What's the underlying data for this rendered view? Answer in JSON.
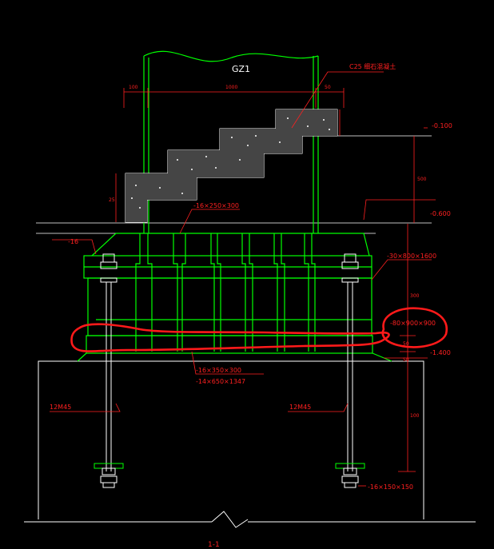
{
  "labels": {
    "column": "GZ1",
    "grout": "C25 细石混凝土",
    "elev_top": "-0.100",
    "elev_mid": "-0.600",
    "elev_bottom": "-1.400",
    "anchor_plate": "-30×800×1600",
    "bottom_plate": "-80×900×900",
    "stiffener_top": "-16×250×300",
    "stiffener_a": "-16×350×300",
    "stiffener_b": "-14×650×1347",
    "anchor_bolt_left": "12M45",
    "anchor_bolt_right": "12M45",
    "washer_plate": "-16×150×150",
    "section_mark": "1-1",
    "left_note": "-16",
    "dim_top_left": "100",
    "dim_top_mid": "1000",
    "dim_top_right": "50",
    "dim_left": "25",
    "dim_right_500": "500",
    "dim_right_300": "300",
    "dim_right_100": "100",
    "dim_right_50a": "50",
    "dim_right_50b": "50"
  },
  "colors": {
    "background": "#000000",
    "structure": "#00ff00",
    "annotation": "#ff2020",
    "dimension": "#ff2020",
    "white": "#ffffff",
    "highlight": "#ff1a1a"
  }
}
